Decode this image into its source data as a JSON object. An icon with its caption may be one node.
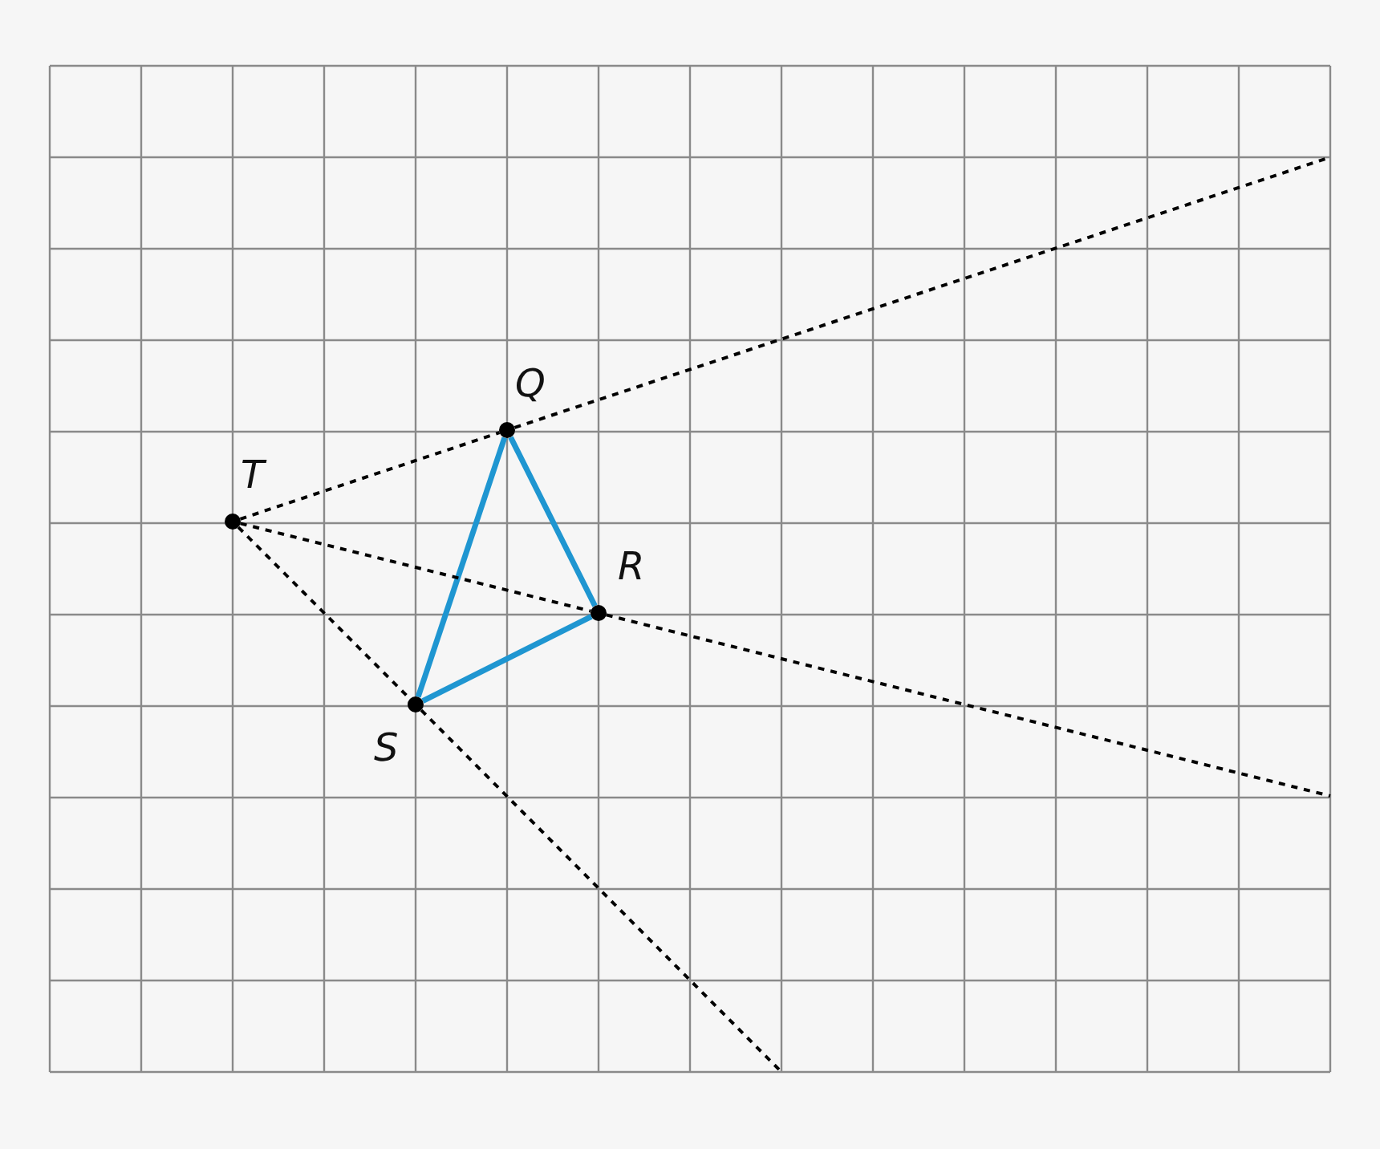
{
  "diagram": {
    "nodes": [
      {
        "text": [
          "T"
        ]
      },
      {
        "text": [
          "Q"
        ]
      },
      {
        "text": [
          "R"
        ]
      },
      {
        "text": [
          "S"
        ]
      }
    ],
    "edges": [
      {
        "from": 1,
        "to": 2,
        "arrow": "none",
        "color": "#1f96d1"
      },
      {
        "from": 2,
        "to": 3,
        "arrow": "none",
        "color": "#1f96d1"
      },
      {
        "from": 3,
        "to": 1,
        "arrow": "none",
        "color": "#1f96d1"
      },
      {
        "from": 0,
        "to": 1,
        "arrow": "none",
        "style": "dashed"
      },
      {
        "from": 1,
        "to": null,
        "arrow": "none",
        "style": "dashed"
      },
      {
        "from": 0,
        "to": 2,
        "arrow": "none",
        "style": "dashed"
      },
      {
        "from": 2,
        "to": null,
        "arrow": "none",
        "style": "dashed"
      },
      {
        "from": 0,
        "to": 3,
        "arrow": "none",
        "style": "dashed"
      },
      {
        "from": 3,
        "to": null,
        "arrow": "none",
        "style": "dashed"
      }
    ]
  }
}
